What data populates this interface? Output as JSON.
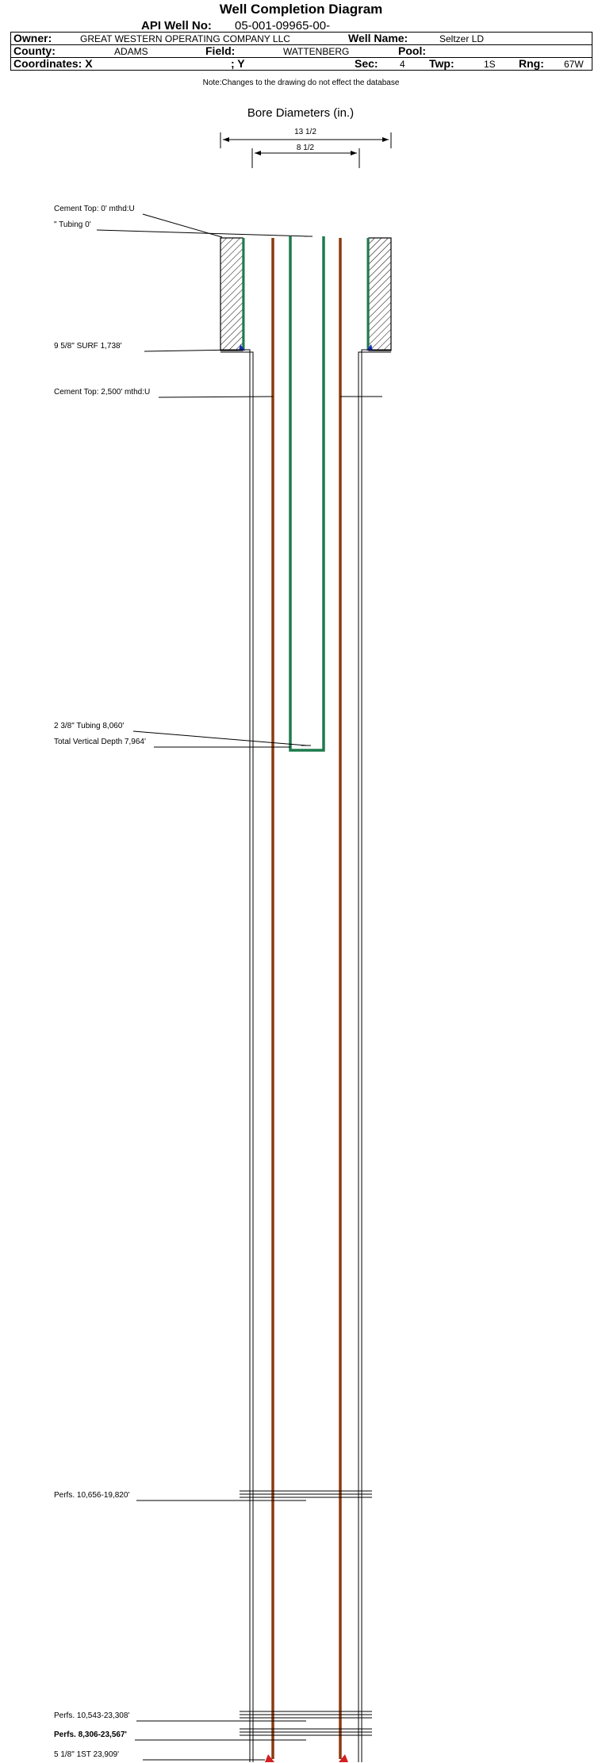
{
  "header": {
    "title": "Well Completion Diagram",
    "api_label": "API Well No:",
    "api_value": "05-001-09965-00-",
    "owner_label": "Owner:",
    "owner_value": "GREAT WESTERN OPERATING COMPANY LLC",
    "well_name_label": "Well Name:",
    "well_name_value": "Seltzer LD",
    "county_label": "County:",
    "county_value": "ADAMS",
    "field_label": "Field:",
    "field_value": "WATTENBERG",
    "pool_label": "Pool:",
    "pool_value": "",
    "coords_label": "Coordinates: X",
    "coords_y_label": "; Y",
    "sec_label": "Sec:",
    "sec_value": "4",
    "twp_label": "Twp:",
    "twp_value": "1S",
    "rng_label": "Rng:",
    "rng_value": "67W",
    "note": "Note:Changes to the drawing do not effect the database"
  },
  "bore": {
    "title": "Bore Diameters (in.)",
    "outer_dim": "13 1/2",
    "inner_dim": "8 1/2"
  },
  "annotations": {
    "cement_top_surface": "Cement Top: 0' mthd:U",
    "tubing_top": "\" Tubing 0'",
    "surface_casing": "9 5/8\" SURF      1,738'",
    "cement_top_prod": "Cement Top: 2,500' mthd:U",
    "tubing": "2 3/8\" Tubing 8,060'",
    "tvd": "Total Vertical Depth 7,964'",
    "perfs_1": "Perfs. 10,656-19,820'",
    "perfs_2": "Perfs. 10,543-23,308'",
    "perfs_3": "Perfs. 8,306-23,567'",
    "prod_casing": "5 1/8\" 1ST        23,909'"
  },
  "colors": {
    "tubing": "#1e7b4b",
    "casing": "#8b3a0e",
    "shoe_surface": "#1a2fb5",
    "shoe_prod": "#d42020",
    "line": "#000000"
  }
}
